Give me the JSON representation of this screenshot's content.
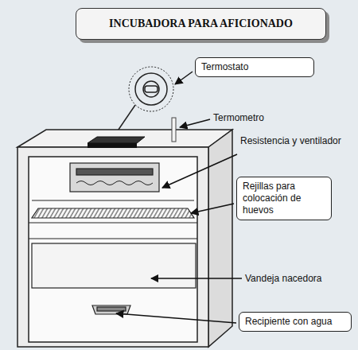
{
  "diagram": {
    "title": "INCUBADORA PARA AFICIONADO",
    "nodes": [
      {
        "text": [
          "Termostato"
        ]
      },
      {
        "text": [
          "Rejillas para colocación de huevos"
        ]
      },
      {
        "text": [
          "Recipiente con agua"
        ]
      }
    ],
    "labels": [
      "Termometro",
      "Resistencia y ventilador",
      "Vandeja nacedora"
    ]
  }
}
